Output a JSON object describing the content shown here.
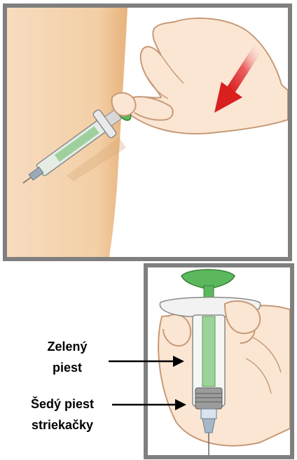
{
  "labels": {
    "green_plunger": {
      "line1": "Zelený",
      "line2": "piest"
    },
    "grey_plunger": {
      "line1": "Šedý piest",
      "line2": "striekačky"
    }
  },
  "colors": {
    "border": "#7f7f7f",
    "skin": "#f7dcc4",
    "arm": "#f2c99b",
    "green": "#5cb85c",
    "red_arrow": "#e0302e"
  }
}
